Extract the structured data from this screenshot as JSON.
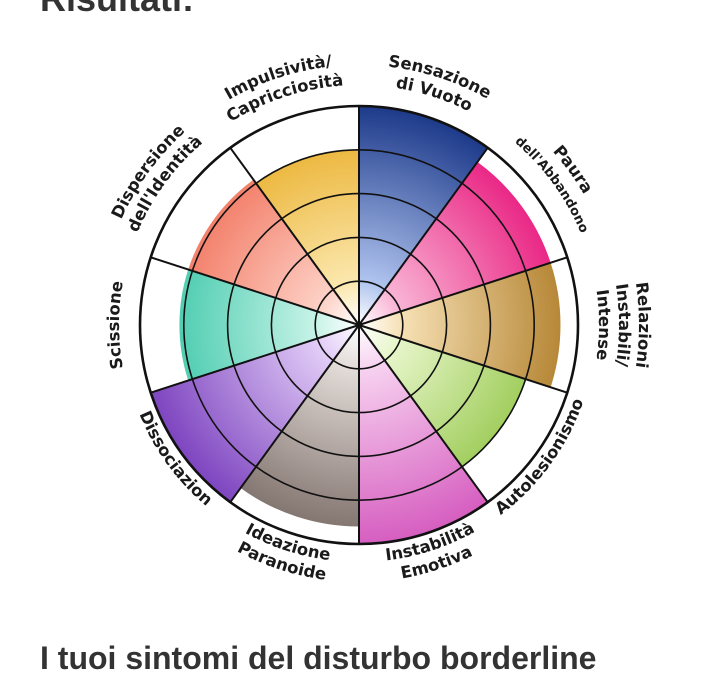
{
  "page": {
    "title": "Risultati:",
    "section_title": "I tuoi sintomi del disturbo borderline"
  },
  "chart_data": {
    "type": "polar_area",
    "title": "",
    "scale_max": 5,
    "grid": "concentric rings",
    "categories": [
      {
        "lines": [
          "Sensazione",
          "di Vuoto"
        ],
        "value": 5,
        "color": "#1d3a8a",
        "light": "#b0c4ef"
      },
      {
        "lines": [
          "Paura",
          "dell'Abbandono"
        ],
        "value": 4.6,
        "color": "#e8197d",
        "light": "#f9b3d4"
      },
      {
        "lines": [
          "Relazioni",
          "Instabili/",
          "Intense"
        ],
        "value": 4.6,
        "color": "#b07e2a",
        "light": "#f6e0b4"
      },
      {
        "lines": [
          "Autolesionismo"
        ],
        "value": 4,
        "color": "#8cc23d",
        "light": "#e6f5c8"
      },
      {
        "lines": [
          "Instabilità",
          "Emotiva"
        ],
        "value": 5,
        "color": "#d65ec0",
        "light": "#f7d2f0"
      },
      {
        "lines": [
          "Ideazione",
          "Paranoide"
        ],
        "value": 4.6,
        "color": "#7a6b66",
        "light": "#e3dcd8"
      },
      {
        "lines": [
          "Dissociazion"
        ],
        "value": 5,
        "color": "#7e45c0",
        "light": "#e2cdf7"
      },
      {
        "lines": [
          "Scissione"
        ],
        "value": 4.1,
        "color": "#2fc3a3",
        "light": "#c7f3e7"
      },
      {
        "lines": [
          "Dispersione",
          "dell'Identità"
        ],
        "value": 4.1,
        "color": "#f06a52",
        "light": "#fdd0c5"
      },
      {
        "lines": [
          "Impulsività/",
          "Capricciosità"
        ],
        "value": 4,
        "color": "#e8a91e",
        "light": "#fbe8ae"
      }
    ]
  }
}
